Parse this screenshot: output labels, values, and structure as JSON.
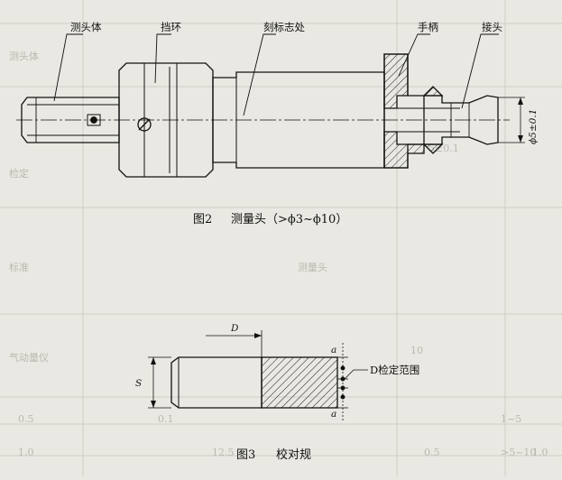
{
  "figure2": {
    "caption_number": "图2",
    "caption_title": "测量头（>ϕ3~ϕ10）",
    "labels": {
      "probe_body": "测头体",
      "retaining_ring": "挡环",
      "engraving_mark": "刻标志处",
      "handle": "手柄",
      "connector": "接头"
    },
    "dimension": "ϕ5±0.1"
  },
  "figure3": {
    "caption_number": "图3",
    "caption_title": "校对规",
    "dimension_d": "D",
    "dimension_s": "S",
    "dimension_a_top": "a",
    "dimension_a_bottom": "a",
    "range_label": "D检定范围"
  },
  "background_text": [
    "测头体",
    "检定",
    "标准",
    "5±0.1",
    "0.5",
    "0.1",
    "1.0",
    "0.5",
    "10",
    "1~5",
    ">5~10",
    "1.0",
    "12.5",
    "测量头",
    "气动量仪"
  ],
  "colors": {
    "paper": "#e9e8e2",
    "ink": "#111111",
    "ghost_text": "#b9b8b1"
  }
}
